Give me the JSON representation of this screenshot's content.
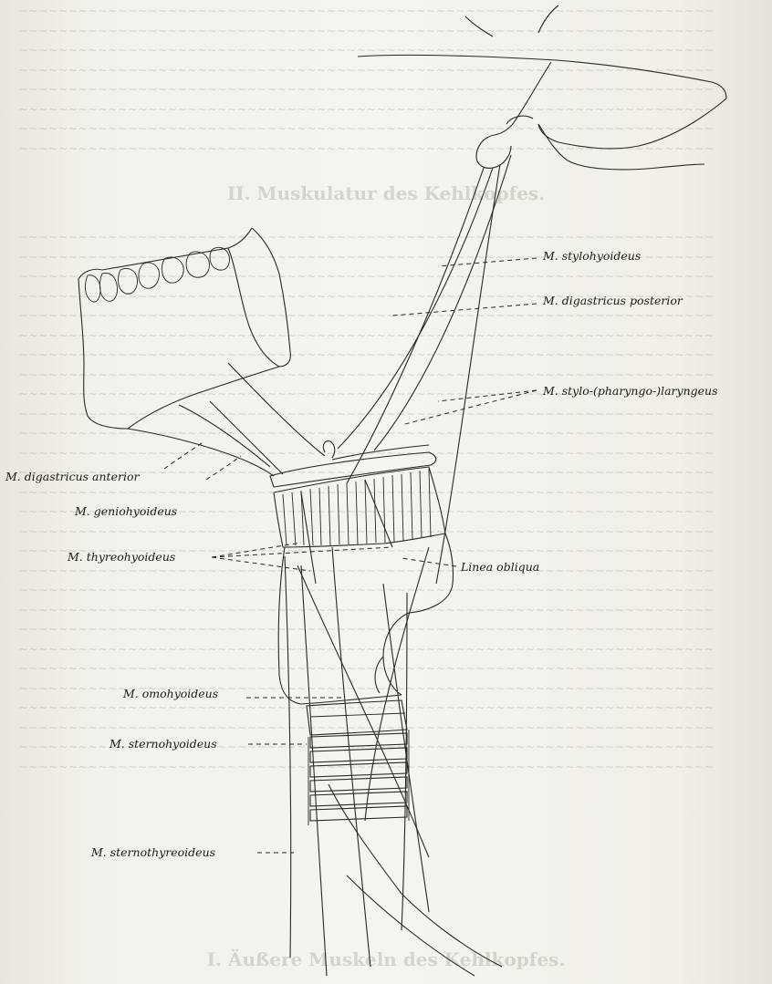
{
  "figure": {
    "labels": {
      "stylohyoideus": "M. stylohyoideus",
      "digastricus_posterior": "M. digastricus posterior",
      "stylo_laryngeus": "M. stylo-(pharyngo-)laryngeus",
      "digastricus_anterior": "M. digastricus anterior",
      "geniohyoideus": "M. geniohyoideus",
      "thyreohyoideus": "M. thyreohyoideus",
      "linea_obliqua": "Linea obliqua",
      "omohyoideus": "M. omohyoideus",
      "sternohyoideus": "M. sternohyoideus",
      "sternothyreoideus": "M. sternothyreoideus"
    }
  },
  "page_text": {
    "heading": "II. Muskulatur des Kehlkopfes.",
    "footer_heading": "I. Äußere Muskeln des Kehlkopfes."
  }
}
